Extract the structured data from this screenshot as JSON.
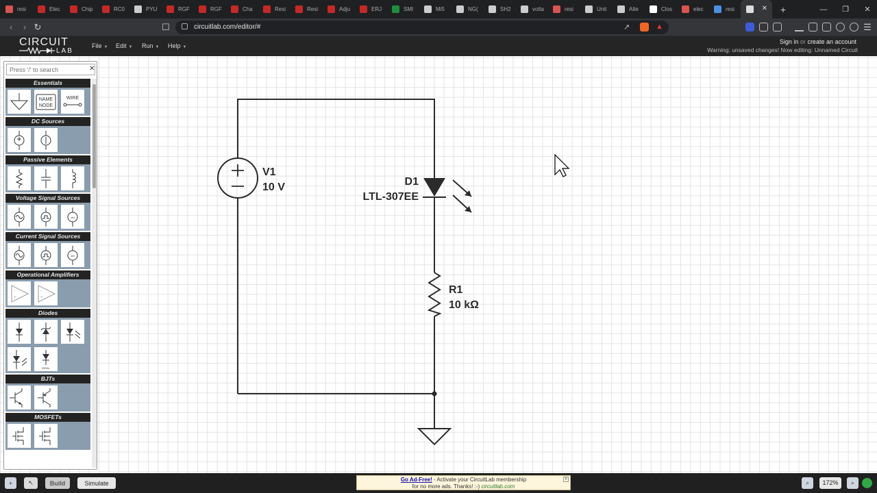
{
  "browser": {
    "tabs": [
      {
        "label": "resi",
        "color": "#d9534f"
      },
      {
        "label": "Elec",
        "color": "#c62828"
      },
      {
        "label": "Chip",
        "color": "#c62828"
      },
      {
        "label": "RC0",
        "color": "#c62828"
      },
      {
        "label": "PYU",
        "color": "#cccccc"
      },
      {
        "label": "RGF",
        "color": "#c62828"
      },
      {
        "label": "RGF",
        "color": "#c62828"
      },
      {
        "label": "Cha",
        "color": "#c62828"
      },
      {
        "label": "Resi",
        "color": "#c62828"
      },
      {
        "label": "Resi",
        "color": "#c62828"
      },
      {
        "label": "Adju",
        "color": "#c62828"
      },
      {
        "label": "ERJ",
        "color": "#c62828"
      },
      {
        "label": "SMI",
        "color": "#1e8e3e"
      },
      {
        "label": "Mi5",
        "color": "#cccccc"
      },
      {
        "label": "NG(",
        "color": "#cccccc"
      },
      {
        "label": "SH2",
        "color": "#cccccc"
      },
      {
        "label": "volta",
        "color": "#cccccc"
      },
      {
        "label": "resi",
        "color": "#d9534f"
      },
      {
        "label": "Unit",
        "color": "#cccccc"
      },
      {
        "label": "Alte",
        "color": "#cccccc"
      },
      {
        "label": "Clos",
        "color": "#ffffff"
      },
      {
        "label": "elec",
        "color": "#d9534f"
      },
      {
        "label": "resi",
        "color": "#4a90e2"
      },
      {
        "label": "",
        "color": "#dddddd"
      }
    ],
    "url": "circuitlab.com/editor/#"
  },
  "app": {
    "logo_top": "CIRCUIT",
    "logo_bottom": "LAB",
    "menus": [
      "File",
      "Edit",
      "Run",
      "Help"
    ],
    "sign_in": "Sign in",
    "or": "or",
    "create_account": "create an account",
    "warning": "Warning: unsaved changes! Now editing: Unnamed Circuit"
  },
  "palette": {
    "search_placeholder": "Press '/' to search",
    "categories": [
      {
        "name": "Essentials",
        "parts": [
          "ground",
          "name-node",
          "wire"
        ]
      },
      {
        "name": "DC Sources",
        "parts": [
          "dc-voltage",
          "dc-current"
        ]
      },
      {
        "name": "Passive Elements",
        "parts": [
          "resistor",
          "capacitor",
          "inductor"
        ]
      },
      {
        "name": "Voltage Signal Sources",
        "parts": [
          "sine-voltage",
          "square-voltage",
          "ctrl-voltage"
        ]
      },
      {
        "name": "Current Signal Sources",
        "parts": [
          "sine-current",
          "square-current",
          "ctrl-current"
        ]
      },
      {
        "name": "Operational Amplifiers",
        "parts": [
          "opamp",
          "opamp-2"
        ]
      },
      {
        "name": "Diodes",
        "parts": [
          "diode",
          "zener",
          "led",
          "photodiode",
          "ideal-diode"
        ]
      },
      {
        "name": "BJTs",
        "parts": [
          "npn",
          "pnp"
        ]
      },
      {
        "name": "MOSFETs",
        "parts": [
          "nmos",
          "pmos"
        ]
      }
    ]
  },
  "circuit": {
    "v1": {
      "name": "V1",
      "value": "10 V"
    },
    "d1": {
      "name": "D1",
      "value": "LTL-307EE"
    },
    "r1": {
      "name": "R1",
      "value": "10 kΩ"
    }
  },
  "bottom": {
    "build": "Build",
    "simulate": "Simulate",
    "ad_link": "Go Ad-Free!",
    "ad_text1": " - Activate your CircuitLab membership",
    "ad_text2": "for no more ads. Thanks! :-) ",
    "ad_domain": "circuitlab.com",
    "zoom": "172%"
  }
}
